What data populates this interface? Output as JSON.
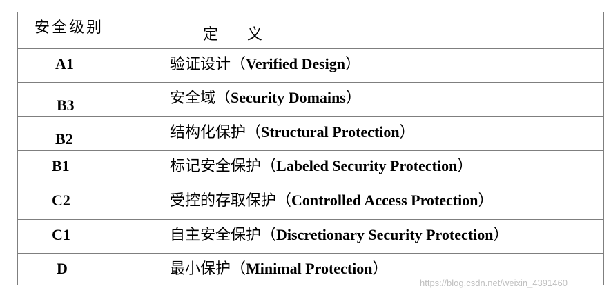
{
  "table": {
    "header": {
      "level": "安全级别",
      "definition": "定义"
    },
    "rows": [
      {
        "level": "A1",
        "cn": "验证设计（",
        "en": "Verified Design",
        "close": "）"
      },
      {
        "level": "B3",
        "cn": "安全域（",
        "en": "Security Domains",
        "close": "）"
      },
      {
        "level": "B2",
        "cn": "结构化保护（",
        "en": "Structural Protection",
        "close": "）"
      },
      {
        "level": "B1",
        "cn": "标记安全保护（",
        "en": "Labeled Security Protection",
        "close": "）"
      },
      {
        "level": "C2",
        "cn": "受控的存取保护（",
        "en": "Controlled Access Protection",
        "close": "）"
      },
      {
        "level": "C1",
        "cn": "自主安全保护（",
        "en": "Discretionary Security Protection",
        "close": "）"
      },
      {
        "level": "D",
        "cn": "最小保护（",
        "en": "Minimal Protection",
        "close": "）"
      }
    ]
  },
  "watermark": "https://blog.csdn.net/weixin_4391460"
}
